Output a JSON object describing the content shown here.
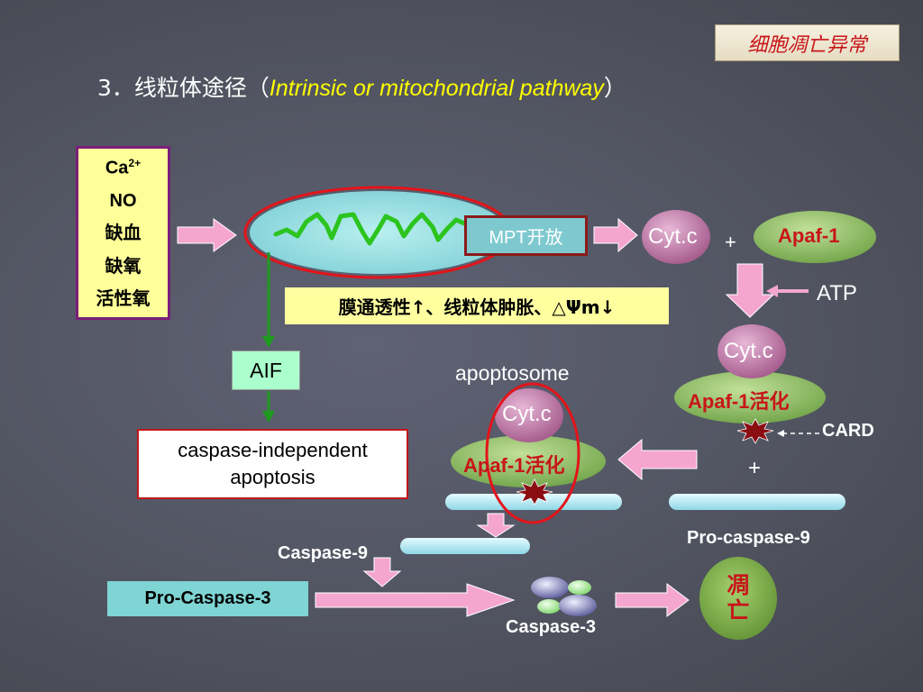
{
  "tag": "细胞凋亡异常",
  "title": {
    "prefix": "3．线粒体途径（",
    "english": "Intrinsic or mitochondrial pathway",
    "suffix": "）"
  },
  "causes": [
    "Ca",
    "2+",
    "NO",
    "缺血",
    "缺氧",
    "活性氧"
  ],
  "mpt": "MPT开放",
  "membrane": "膜通透性↑、线粒体肿胀、△Ψm↓",
  "aif": "AIF",
  "caspase_independent": [
    "caspase-independent",
    "apoptosis"
  ],
  "cytc": "Cyt.c",
  "plus": "+",
  "apaf1": "Apaf-1",
  "atp": "ATP",
  "apaf1_active": "Apaf-1活化",
  "card": "CARD",
  "apoptosome": "apoptosome",
  "pro_caspase9": "Pro-caspase-9",
  "caspase9": "Caspase-9",
  "pro_caspase3": "Pro-Caspase-3",
  "caspase3": "Caspase-3",
  "death": [
    "凋",
    "亡"
  ],
  "colors": {
    "pink_arrow": "#f4a6cf",
    "cyt_ball": "#c07aa8",
    "apaf_green": "#8fc06a",
    "red": "#c8151a",
    "green_arrow": "#1e9a1e"
  }
}
